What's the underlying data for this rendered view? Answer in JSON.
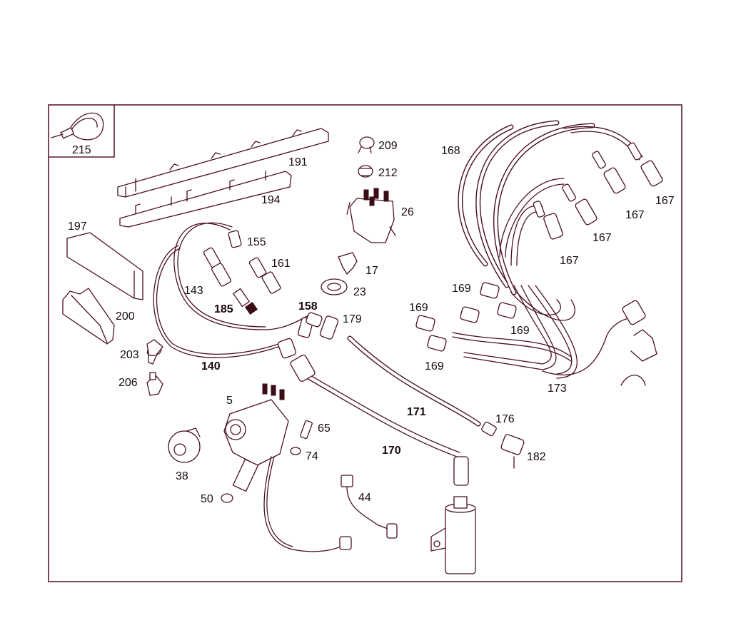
{
  "diagram": {
    "labels": [
      {
        "id": "215",
        "text": "215"
      },
      {
        "id": "191",
        "text": "191"
      },
      {
        "id": "194",
        "text": "194"
      },
      {
        "id": "209",
        "text": "209"
      },
      {
        "id": "212",
        "text": "212"
      },
      {
        "id": "26",
        "text": "26"
      },
      {
        "id": "168",
        "text": "168"
      },
      {
        "id": "167a",
        "text": "167"
      },
      {
        "id": "167b",
        "text": "167"
      },
      {
        "id": "167c",
        "text": "167"
      },
      {
        "id": "167d",
        "text": "167"
      },
      {
        "id": "197",
        "text": "197"
      },
      {
        "id": "155",
        "text": "155"
      },
      {
        "id": "161",
        "text": "161"
      },
      {
        "id": "17",
        "text": "17"
      },
      {
        "id": "23",
        "text": "23"
      },
      {
        "id": "143",
        "text": "143"
      },
      {
        "id": "185",
        "text": "185"
      },
      {
        "id": "158",
        "text": "158"
      },
      {
        "id": "179",
        "text": "179"
      },
      {
        "id": "169a",
        "text": "169"
      },
      {
        "id": "169b",
        "text": "169"
      },
      {
        "id": "169c",
        "text": "169"
      },
      {
        "id": "169d",
        "text": "169"
      },
      {
        "id": "200",
        "text": "200"
      },
      {
        "id": "203",
        "text": "203"
      },
      {
        "id": "140",
        "text": "140"
      },
      {
        "id": "206",
        "text": "206"
      },
      {
        "id": "173",
        "text": "173"
      },
      {
        "id": "5",
        "text": "5"
      },
      {
        "id": "171",
        "text": "171"
      },
      {
        "id": "176",
        "text": "176"
      },
      {
        "id": "65",
        "text": "65"
      },
      {
        "id": "74",
        "text": "74"
      },
      {
        "id": "170",
        "text": "170"
      },
      {
        "id": "182",
        "text": "182"
      },
      {
        "id": "38",
        "text": "38"
      },
      {
        "id": "44",
        "text": "44"
      },
      {
        "id": "50",
        "text": "50"
      }
    ]
  }
}
